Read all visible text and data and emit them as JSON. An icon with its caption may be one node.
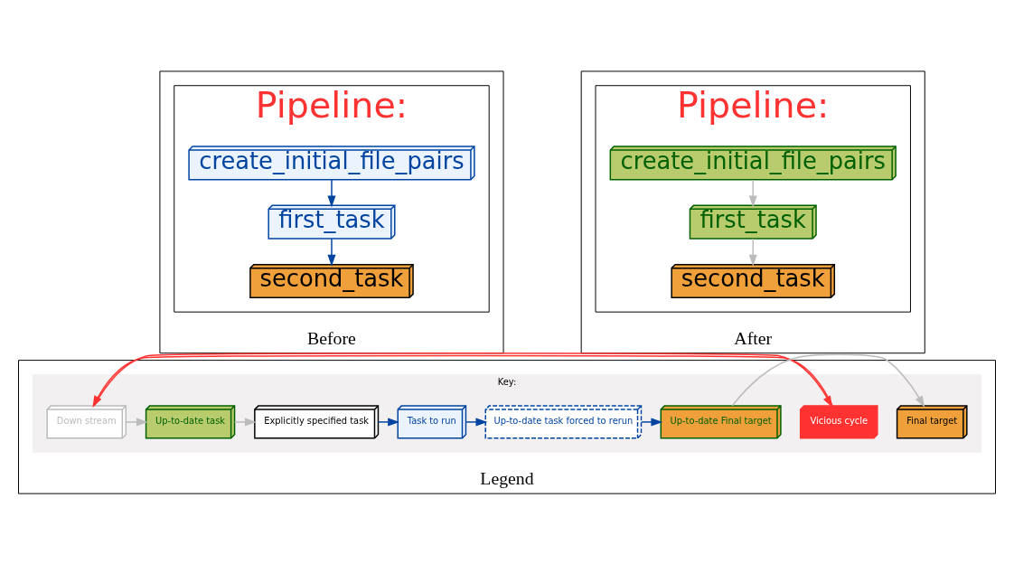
{
  "diagram": {
    "nodes": [
      {
        "text": [
          "Before"
        ]
      },
      {
        "text": [
          "Pipeline:"
        ],
        "in": 0
      },
      {
        "text": [
          "create_initial_file_pairs"
        ],
        "in": 1
      },
      {
        "text": [
          "first_task"
        ],
        "in": 1
      },
      {
        "text": [
          "second_task"
        ],
        "in": 1
      },
      {
        "text": [
          "After"
        ]
      },
      {
        "text": [
          "Pipeline:"
        ],
        "in": 5
      },
      {
        "text": [
          "create_initial_file_pairs"
        ],
        "in": 6
      },
      {
        "text": [
          "first_task"
        ],
        "in": 6
      },
      {
        "text": [
          "second_task"
        ],
        "in": 6
      },
      {
        "text": [
          "Legend"
        ]
      },
      {
        "text": [
          "Key:"
        ],
        "in": 10
      },
      {
        "text": [
          "Vicious cycle"
        ],
        "in": 11
      },
      {
        "text": [
          "Down stream"
        ],
        "in": 11
      },
      {
        "text": [
          "Up-to-date task"
        ],
        "in": 11
      },
      {
        "text": [
          "Explicitly specified task"
        ],
        "in": 11
      },
      {
        "text": [
          "Task to run"
        ],
        "in": 11
      },
      {
        "text": [
          "Up-to-date task forced to rerun"
        ],
        "in": 11
      },
      {
        "text": [
          "Up-to-date Final target"
        ],
        "in": 11
      },
      {
        "text": [
          "Final target"
        ],
        "in": 11
      }
    ],
    "edges": [
      {
        "from": 2,
        "to": 3,
        "arrow": "to",
        "color": "#0044a0"
      },
      {
        "from": 3,
        "to": 4,
        "arrow": "to",
        "color": "#0044a0"
      },
      {
        "from": 7,
        "to": 8,
        "arrow": "to",
        "color": "#bbbbbb"
      },
      {
        "from": 8,
        "to": 9,
        "arrow": "to",
        "color": "#bbbbbb"
      },
      {
        "from": 12,
        "to": 13,
        "arrow": "to",
        "color": "#ff3232"
      },
      {
        "from": 13,
        "to": 12,
        "arrow": "to",
        "color": "#ff3232"
      },
      {
        "from": 13,
        "to": 14,
        "arrow": "to",
        "color": "#bbbbbb"
      },
      {
        "from": 14,
        "to": 15,
        "arrow": "to",
        "color": "#bbbbbb"
      },
      {
        "from": 15,
        "to": 16,
        "arrow": "to",
        "color": "#0044a0"
      },
      {
        "from": 16,
        "to": 17,
        "arrow": "to",
        "color": "#0044a0"
      },
      {
        "from": 17,
        "to": 18,
        "arrow": "to",
        "color": "#0044a0"
      },
      {
        "from": 18,
        "to": 19,
        "arrow": "to",
        "color": "#bbbbbb"
      }
    ]
  }
}
